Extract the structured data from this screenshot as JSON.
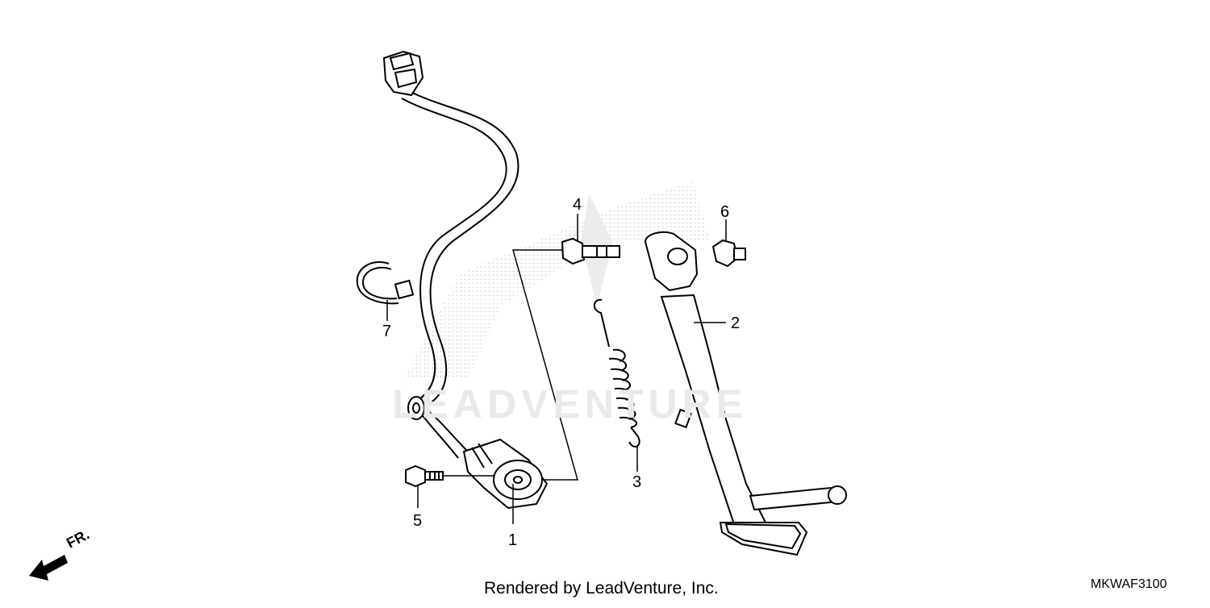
{
  "watermark": {
    "text": "LEADVENTURE"
  },
  "callouts": [
    {
      "id": "1",
      "label": "1"
    },
    {
      "id": "2",
      "label": "2"
    },
    {
      "id": "3",
      "label": "3"
    },
    {
      "id": "4",
      "label": "4"
    },
    {
      "id": "5",
      "label": "5"
    },
    {
      "id": "6",
      "label": "6"
    },
    {
      "id": "7",
      "label": "7"
    }
  ],
  "direction_indicator": {
    "label": "FR."
  },
  "footer": {
    "text": "Rendered by LeadVenture, Inc."
  },
  "diagram_code": "MKWAF3100",
  "colors": {
    "line": "#000000",
    "watermark": "#e6e6e6",
    "background": "#ffffff"
  }
}
